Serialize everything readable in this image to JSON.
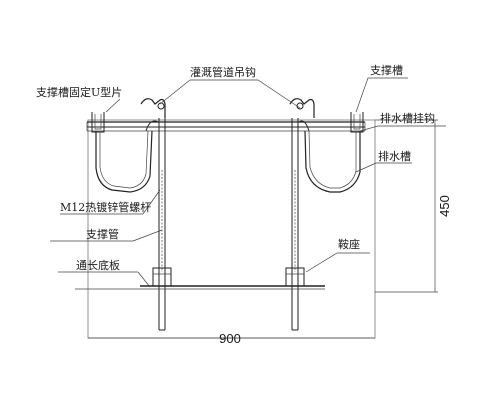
{
  "labels": {
    "irrigation_pipe_hook": "灌溉管道吊钩",
    "support_trough": "支撑槽",
    "u_clip": "支撑槽固定U型片",
    "drain_trough_hook": "排水槽挂钩",
    "drain_trough": "排水槽",
    "threaded_rod": "M12热镀锌管螺杆",
    "support_tube": "支撑管",
    "saddle": "鞍座",
    "base_plate": "通长底板"
  },
  "dimensions": {
    "width": "900",
    "height": "450"
  },
  "colors": {
    "line": "#222222",
    "frame": "#777777",
    "text": "#1a1a1a"
  }
}
